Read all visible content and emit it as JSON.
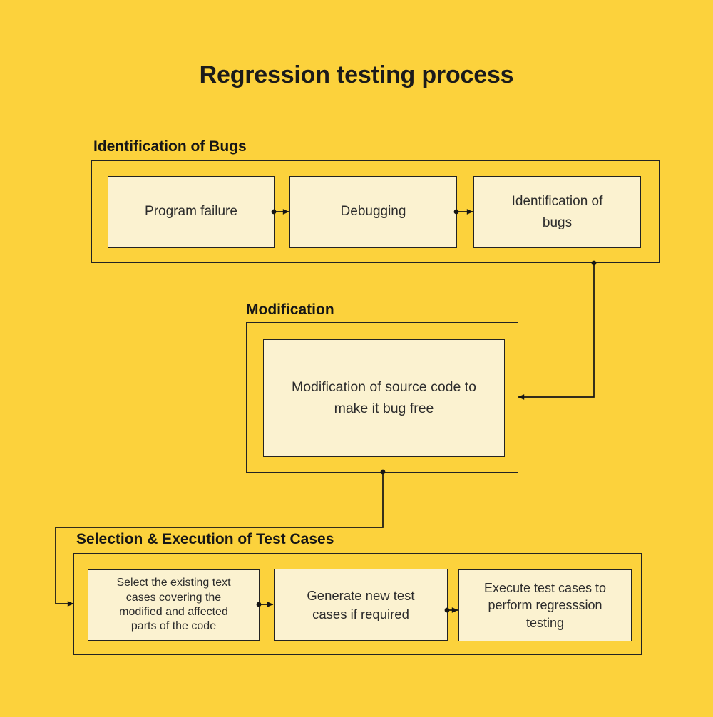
{
  "title": "Regression testing process",
  "sections": [
    {
      "label": "Identification of Bugs",
      "boxes": [
        "Program failure",
        "Debugging",
        "Identification of bugs"
      ]
    },
    {
      "label": "Modification",
      "boxes": [
        "Modification of source code to make it bug free"
      ]
    },
    {
      "label": "Selection & Execution of Test Cases",
      "boxes": [
        "Select the existing text cases covering the modified and affected parts of the code",
        "Generate new test cases if required",
        "Execute test cases to perform regresssion testing"
      ]
    }
  ],
  "colors": {
    "background": "#FCD23C",
    "node_fill": "#FBF2D0",
    "border": "#232323",
    "line": "#151515",
    "text": "#2C2C2C",
    "heading": "#161616"
  }
}
